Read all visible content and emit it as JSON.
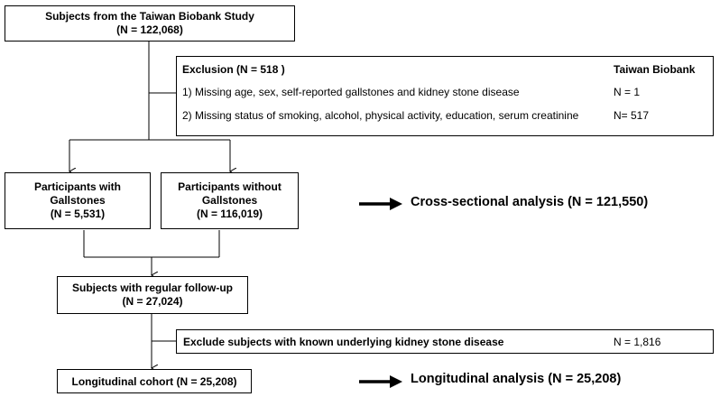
{
  "top_box": {
    "line1": "Subjects from the Taiwan Biobank Study",
    "line2": "(N = 122,068)"
  },
  "exclusion_box": {
    "title": "Exclusion (N = 518 )",
    "column_header": "Taiwan Biobank",
    "rows": [
      {
        "text": "1) Missing age, sex, self-reported  gallstones and kidney stone disease",
        "value": "N = 1"
      },
      {
        "text": "2) Missing status of smoking, alcohol, physical activity, education, serum creatinine",
        "value": "N= 517"
      }
    ]
  },
  "with_gallstones_box": {
    "line1": "Participants with",
    "line2": "Gallstones",
    "line3": "(N = 5,531)"
  },
  "without_gallstones_box": {
    "line1": "Participants without",
    "line2": "Gallstones",
    "line3": "(N = 116,019)"
  },
  "cross_sectional_label": "Cross-sectional analysis (N = 121,550)",
  "followup_box": {
    "line1": "Subjects with regular follow-up",
    "line2": "(N = 27,024)"
  },
  "exclude_kidney_box": {
    "text": "Exclude subjects with known underlying kidney stone disease",
    "value": "N = 1,816"
  },
  "longitudinal_box": {
    "text": "Longitudinal  cohort (N = 25,208)"
  },
  "longitudinal_label": "Longitudinal analysis (N = 25,208)"
}
